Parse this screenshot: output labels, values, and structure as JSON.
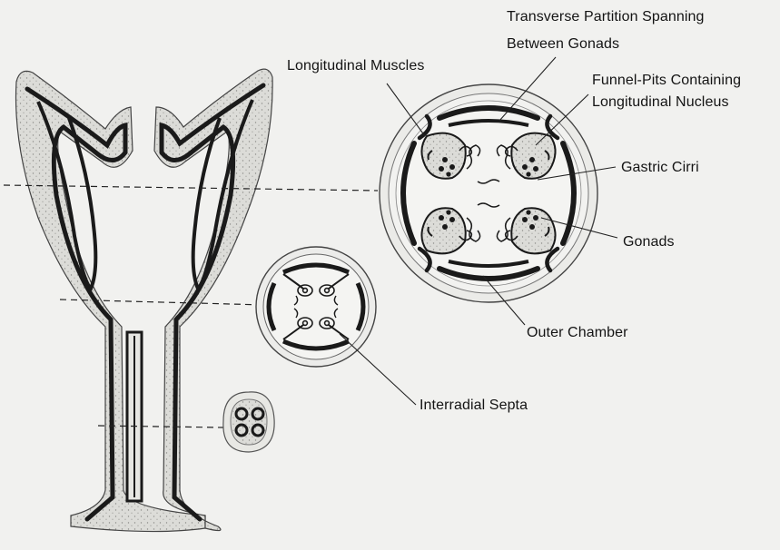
{
  "labels": {
    "transverse_partition_line1": "Transverse Partition Spanning",
    "transverse_partition_line2": "Between Gonads",
    "longitudinal_muscles": "Longitudinal Muscles",
    "funnel_pits_line1": "Funnel-Pits Containing",
    "funnel_pits_line2": "Longitudinal Nucleus",
    "gastric_cirri": "Gastric Cirri",
    "gonads": "Gonads",
    "outer_chamber": "Outer Chamber",
    "interradial_septa": "Interradial Septa"
  },
  "colors": {
    "paper": "#f1f1ef",
    "ink": "#1a1a1a",
    "stipple": "#d8d8d4"
  }
}
